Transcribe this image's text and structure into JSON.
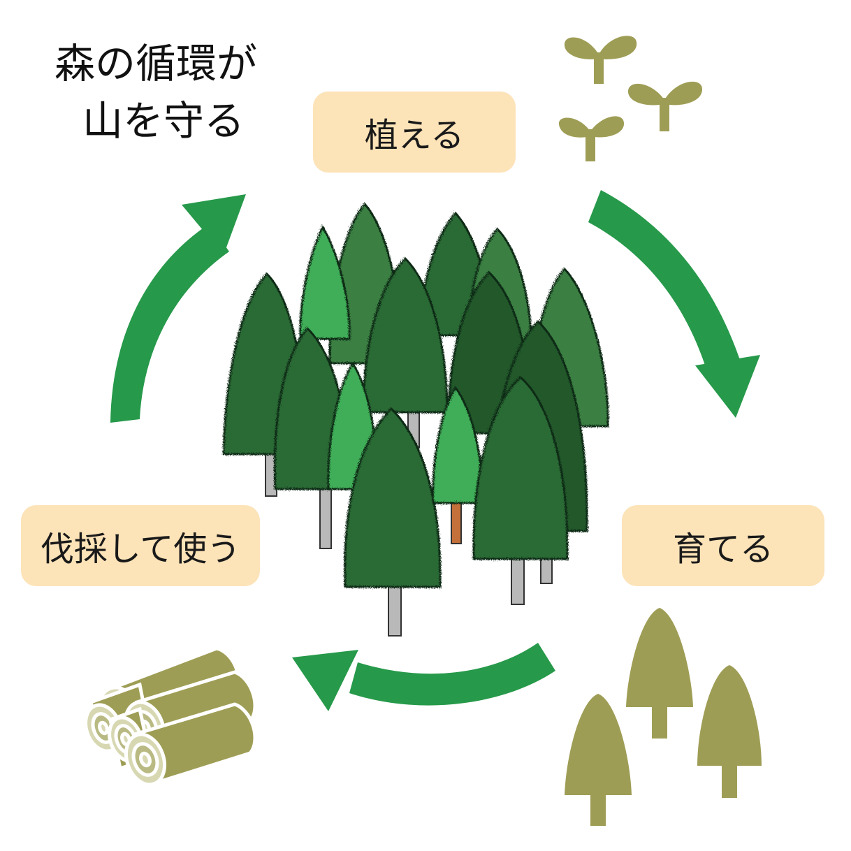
{
  "title": {
    "line1": "森の循環が",
    "line2": "山を守る"
  },
  "steps": {
    "plant": "植える",
    "grow": "育てる",
    "harvest": "伐採して使う"
  },
  "colors": {
    "arrow": "#26994a",
    "label_bg": "#fce3b8",
    "icon_olive": "#9e9d55",
    "forest_dark": "#2c6b34",
    "forest_mid": "#3a7f42",
    "forest_light": "#3fae58",
    "trunk": "#b9b9b9",
    "trunk_orange": "#c4703a"
  },
  "icons": [
    "sprout-icon",
    "conifer-icon",
    "log-pile-icon",
    "forest-illustration"
  ]
}
